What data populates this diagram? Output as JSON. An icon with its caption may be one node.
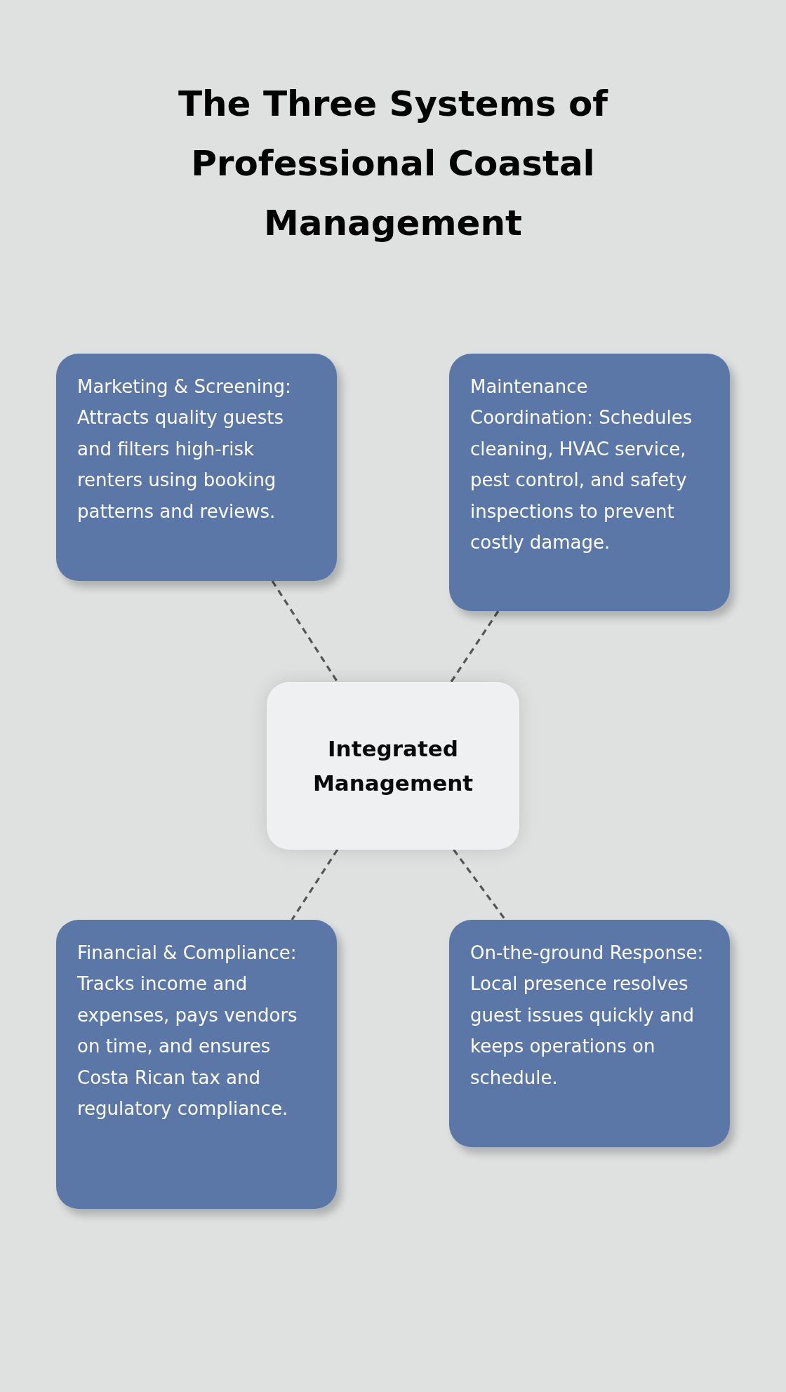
{
  "diagram": {
    "title": "The Three Systems of Professional Coastal Management",
    "nodes": [
      {
        "text": [
          "Marketing & Screening: Attracts quality guests and filters high-risk renters using booking patterns and reviews."
        ]
      },
      {
        "text": [
          "Maintenance Coordination: Schedules cleaning, HVAC service, pest control, and safety inspections to prevent costly damage."
        ]
      },
      {
        "text": [
          "Integrated Management"
        ]
      },
      {
        "text": [
          "Financial & Compliance: Tracks income and expenses, pays vendors on time, and ensures Costa Rican tax and regulatory compliance."
        ]
      },
      {
        "text": [
          "On-the-ground Response: Local presence resolves guest issues quickly and keeps operations on schedule."
        ]
      }
    ],
    "edges": [
      {
        "from": 0,
        "to": 2,
        "arrow": "none",
        "style": "dashed"
      },
      {
        "from": 1,
        "to": 2,
        "arrow": "none",
        "style": "dashed"
      },
      {
        "from": 2,
        "to": 3,
        "arrow": "none",
        "style": "dashed"
      },
      {
        "from": 2,
        "to": 4,
        "arrow": "none",
        "style": "dashed"
      }
    ]
  }
}
